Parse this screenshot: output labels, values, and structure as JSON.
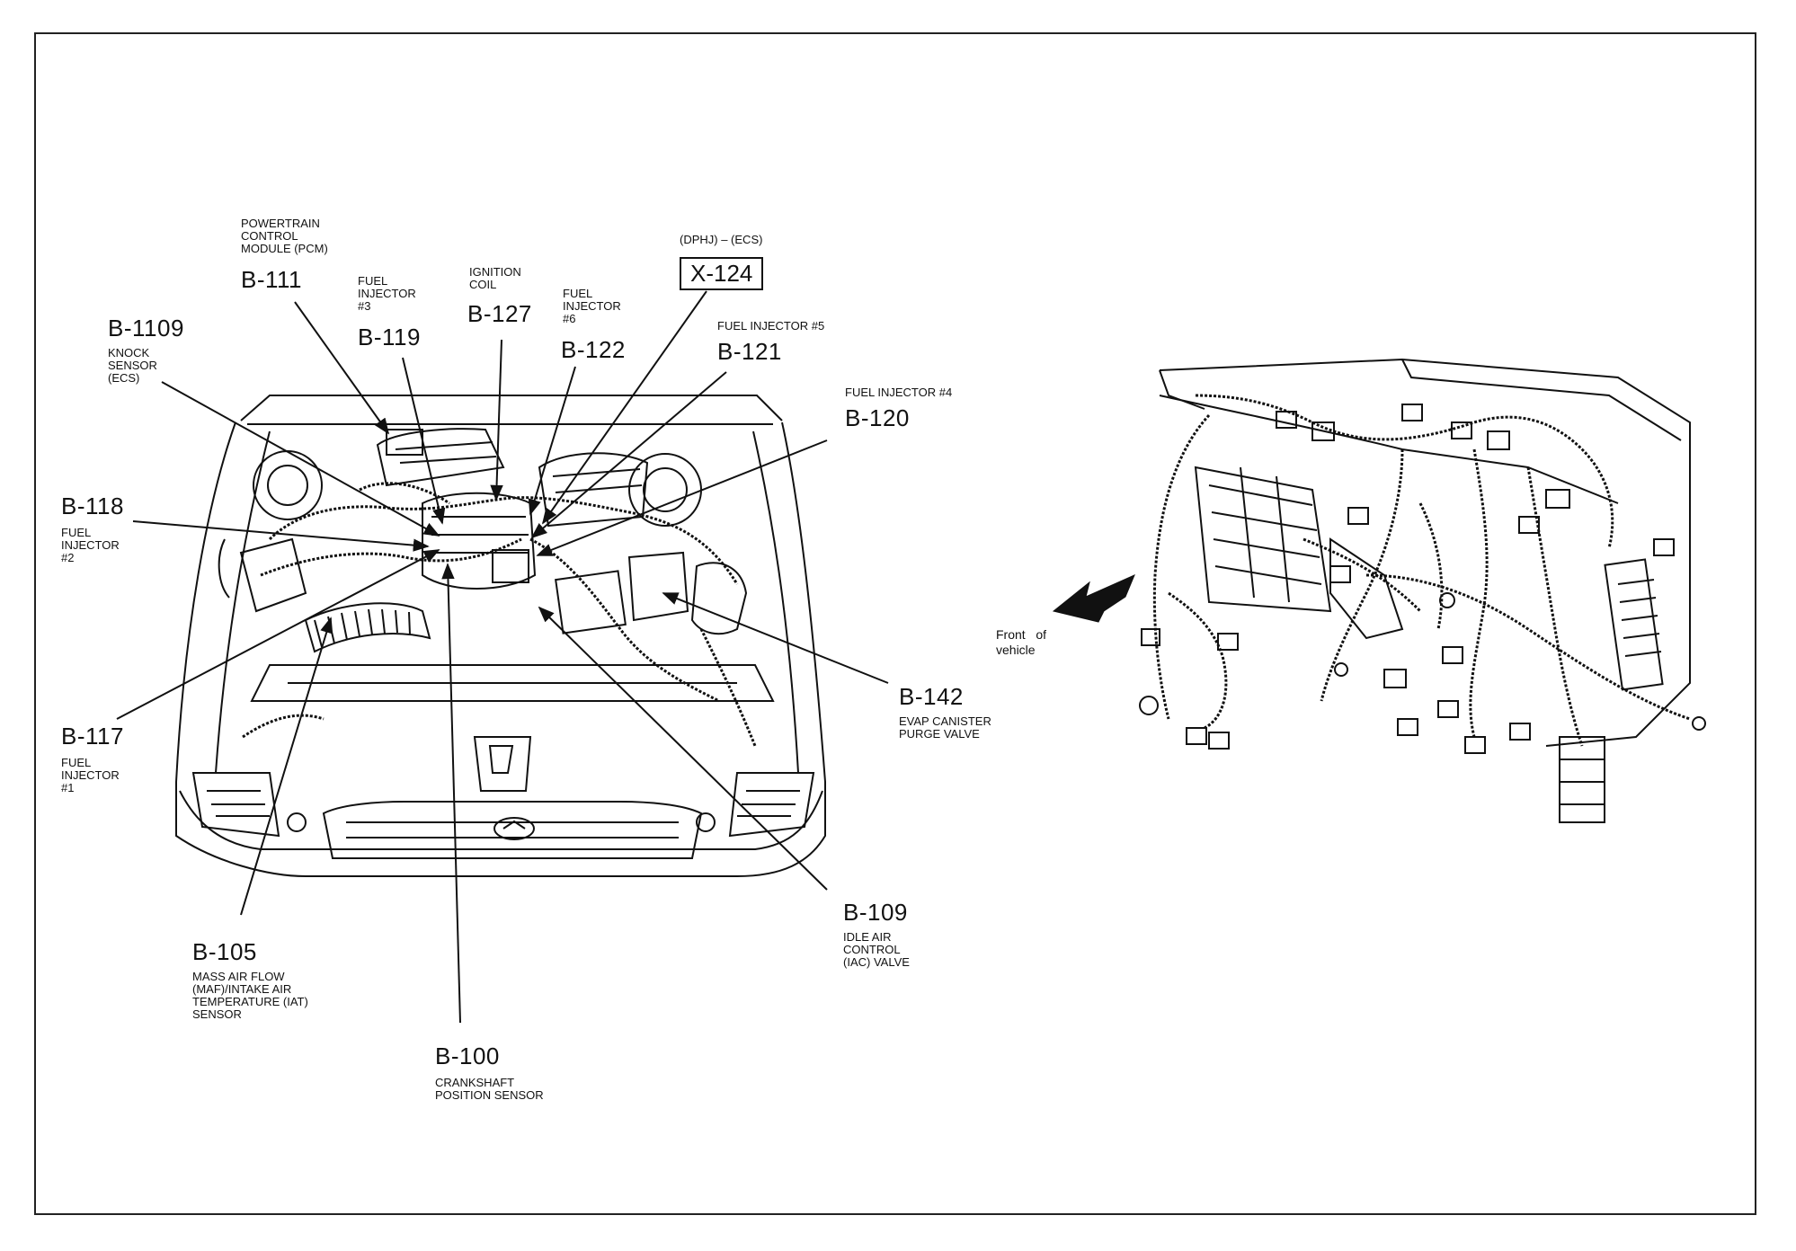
{
  "callouts": {
    "b1109": {
      "code": "B-1109",
      "desc": "KNOCK\nSENSOR\n(ECS)"
    },
    "b111": {
      "code": "B-111",
      "desc": "POWERTRAIN\nCONTROL\nMODULE (PCM)"
    },
    "b119": {
      "code": "B-119",
      "desc": "FUEL\nINJECTOR\n#3"
    },
    "b127": {
      "code": "B-127",
      "desc": "IGNITION\nCOIL"
    },
    "b122": {
      "code": "B-122",
      "desc": "FUEL\nINJECTOR\n#6"
    },
    "x124": {
      "code": "X-124",
      "desc": "(DPHJ) – (ECS)"
    },
    "b121": {
      "code": "B-121",
      "desc": "FUEL INJECTOR #5"
    },
    "b120": {
      "code": "B-120",
      "desc": "FUEL INJECTOR #4"
    },
    "b118": {
      "code": "B-118",
      "desc": "FUEL\nINJECTOR\n#2"
    },
    "b117": {
      "code": "B-117",
      "desc": "FUEL\nINJECTOR\n#1"
    },
    "b142": {
      "code": "B-142",
      "desc": "EVAP CANISTER\nPURGE VALVE"
    },
    "b105": {
      "code": "B-105",
      "desc": "MASS AIR FLOW\n(MAF)/INTAKE AIR\nTEMPERATURE (IAT)\nSENSOR"
    },
    "b109": {
      "code": "B-109",
      "desc": "IDLE AIR\nCONTROL\n(IAC) VALVE"
    },
    "b100": {
      "code": "B-100",
      "desc": "CRANKSHAFT\nPOSITION SENSOR"
    }
  },
  "direction_note": "Front   of\nvehicle",
  "colors": {
    "ink": "#111111",
    "paper": "#ffffff",
    "shade": "#cfcfcf"
  }
}
